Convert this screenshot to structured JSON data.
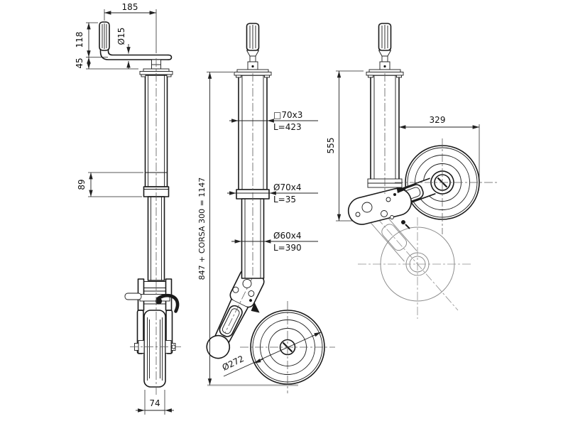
{
  "views": {
    "front": {
      "dims": {
        "crank_arm": "185",
        "grip_height": "118",
        "hub_height": "45",
        "rod_diameter": "Ø15",
        "tube_overlap": "89",
        "wheel_width": "74"
      }
    },
    "side_lowered": {
      "dims": {
        "total_extension": "847 + CORSA 300 = 1147",
        "wheel_diameter": "Ø272"
      },
      "labels": {
        "outer_tube_size": "□70x3",
        "outer_tube_length": "L=423",
        "collar_size": "Ø70x4",
        "collar_length": "L=35",
        "inner_tube_size": "Ø60x4",
        "inner_tube_length": "L=390"
      }
    },
    "side_raised": {
      "dims": {
        "folded_height": "555",
        "reach": "329"
      }
    }
  },
  "colors": {
    "line": "#1a1a1a",
    "dimension": "#222222",
    "centerline": "#5a5a5a",
    "phantom": "#8a8a8a",
    "ground": "#b0b0b0",
    "background": "#ffffff"
  }
}
